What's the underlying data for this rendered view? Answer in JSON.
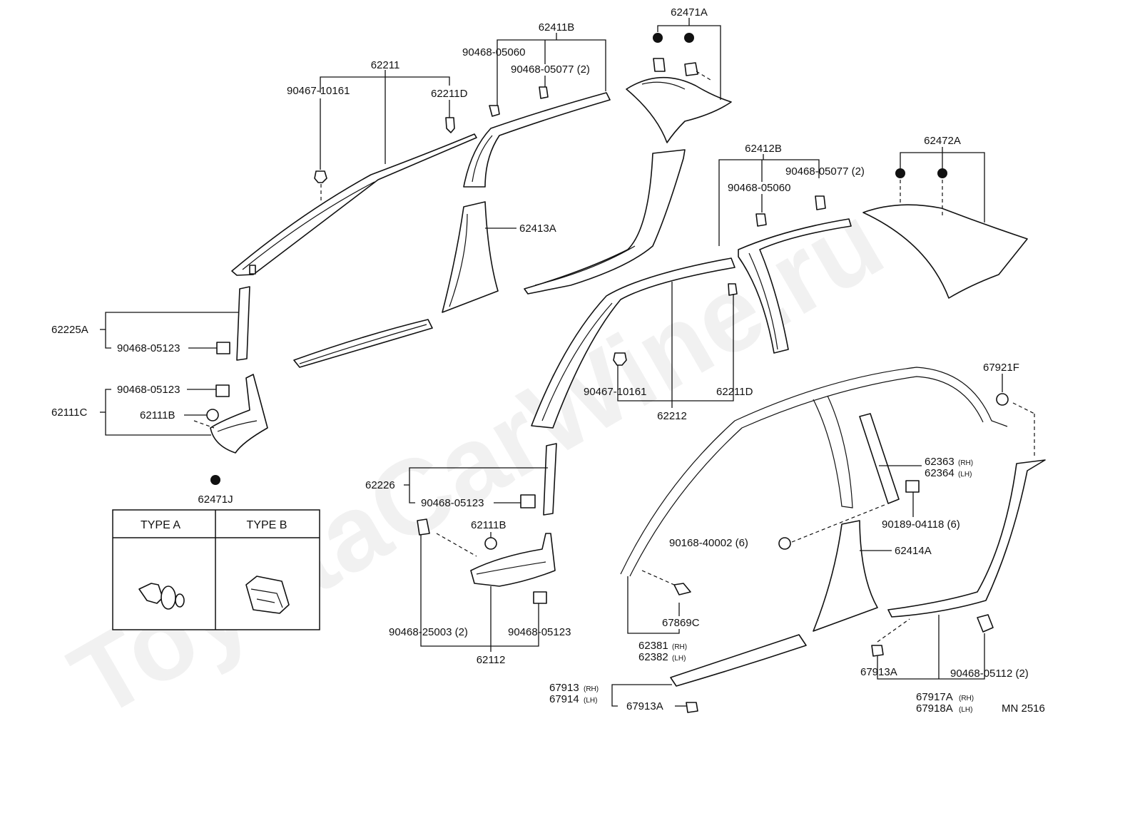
{
  "watermark": "ToyotaCarWine.ru",
  "drawing_code": "MN 2516",
  "legend": {
    "ref": "62471J",
    "type_a": "TYPE A",
    "type_b": "TYPE B"
  },
  "labels": {
    "p62211": "62211",
    "p90467_10161_top": "90467-10161",
    "p62211D_top": "62211D",
    "p62411B": "62411B",
    "p90468_05060_top": "90468-05060",
    "p90468_05077_top": "90468-05077 (2)",
    "p62471A": "62471A",
    "p62413A": "62413A",
    "p62412B": "62412B",
    "p90468_05077_mid": "90468-05077 (2)",
    "p90468_05060_mid": "90468-05060",
    "p62472A": "62472A",
    "p62225A": "62225A",
    "p90468_05123_a": "90468-05123",
    "p90468_05123_b": "90468-05123",
    "p62111C": "62111C",
    "p62111B_a": "62111B",
    "p90467_10161_mid": "90467-10161",
    "p62211D_mid": "62211D",
    "p62212": "62212",
    "p67921F": "67921F",
    "p62226": "62226",
    "p90468_05123_c": "90468-05123",
    "p62111B_b": "62111B",
    "p62363": "62363",
    "p62363_side": "(RH)",
    "p62364": "62364",
    "p62364_side": "(LH)",
    "p90189_04118": "90189-04118 (6)",
    "p90168_40002": "90168-40002 (6)",
    "p62414A": "62414A",
    "p90468_25003": "90468-25003 (2)",
    "p90468_05123_d": "90468-05123",
    "p62112": "62112",
    "p67869C": "67869C",
    "p62381": "62381",
    "p62381_side": "(RH)",
    "p62382": "62382",
    "p62382_side": "(LH)",
    "p67913A_a": "67913A",
    "p90468_05112": "90468-05112 (2)",
    "p67913": "67913",
    "p67913_side": "(RH)",
    "p67914": "67914",
    "p67914_side": "(LH)",
    "p67913A_b": "67913A",
    "p67917A": "67917A",
    "p67917A_side": "(RH)",
    "p67918A": "67918A",
    "p67918A_side": "(LH)"
  }
}
